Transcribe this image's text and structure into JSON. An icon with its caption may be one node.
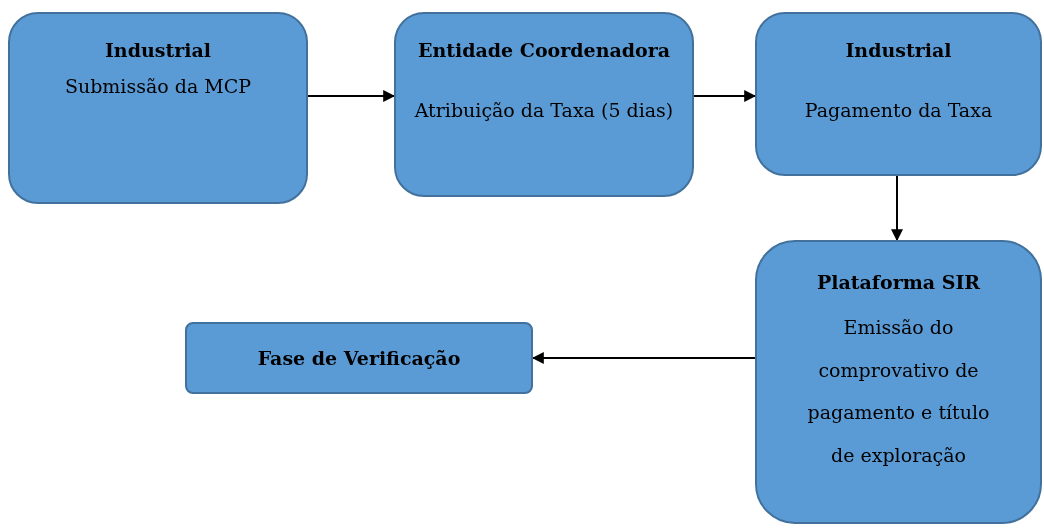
{
  "diagram": {
    "nodes": [
      {
        "text": [
          "Industrial",
          "Submissão da MCP"
        ]
      },
      {
        "text": [
          "Entidade Coordenadora",
          "Atribuição da Taxa (5 dias)"
        ]
      },
      {
        "text": [
          "Industrial",
          "Pagamento da Taxa"
        ]
      },
      {
        "text": [
          "Plataforma SIR",
          "Emissão do comprovativo de pagamento e título de exploração"
        ]
      },
      {
        "text": [
          "Fase de Verificação"
        ]
      }
    ],
    "edges": [
      {
        "from": 0,
        "to": 1,
        "arrow": "to"
      },
      {
        "from": 1,
        "to": 2,
        "arrow": "to"
      },
      {
        "from": 2,
        "to": 3,
        "arrow": "to"
      },
      {
        "from": 3,
        "to": 4,
        "arrow": "to"
      }
    ]
  }
}
